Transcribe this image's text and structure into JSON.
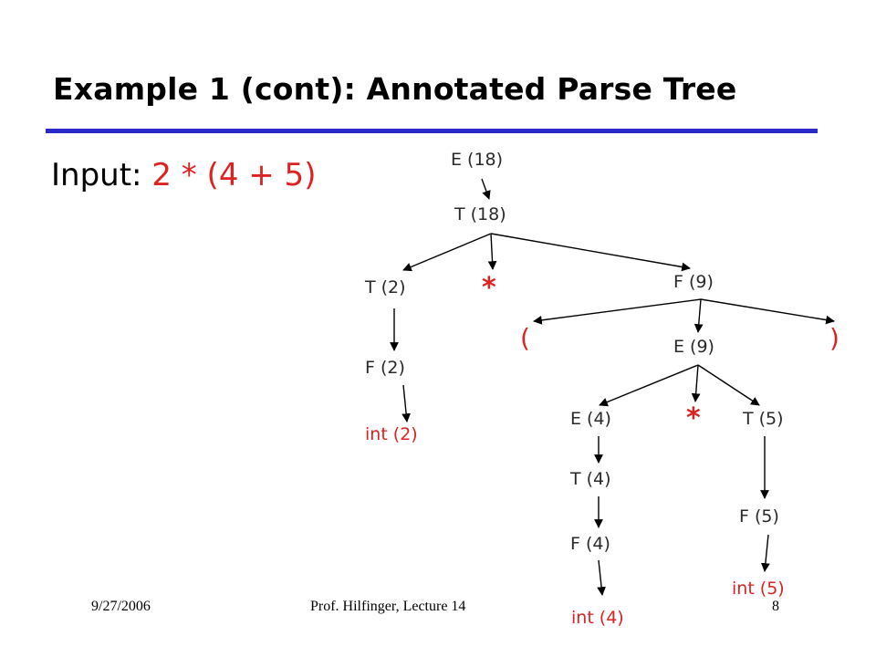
{
  "slide": {
    "title": "Example 1 (cont): Annotated Parse Tree",
    "input_label": "Input:",
    "input_expr": "2 * (4 + 5)",
    "colors": {
      "accent_rule": "#2a2acb",
      "value_red": "#dd2222",
      "node_text": "#2a2a2a"
    }
  },
  "tree": {
    "nodes": {
      "e18": "E  (18)",
      "t18": "T  (18)",
      "t2": "T  (2)",
      "star1": "*",
      "f9": "F  (9)",
      "lparen": "(",
      "rparen": ")",
      "e9": "E (9)",
      "f2": "F  (2)",
      "int2": "int (2)",
      "e4": "E  (4)",
      "star2": "*",
      "t5": "T  (5)",
      "t4": "T  (4)",
      "f5": "F  (5)",
      "f4": "F  (4)",
      "int5": "int (5)",
      "int4": "int (4)"
    }
  },
  "footer": {
    "date": "9/27/2006",
    "author": "Prof. Hilfinger, Lecture 14",
    "page": "8"
  }
}
